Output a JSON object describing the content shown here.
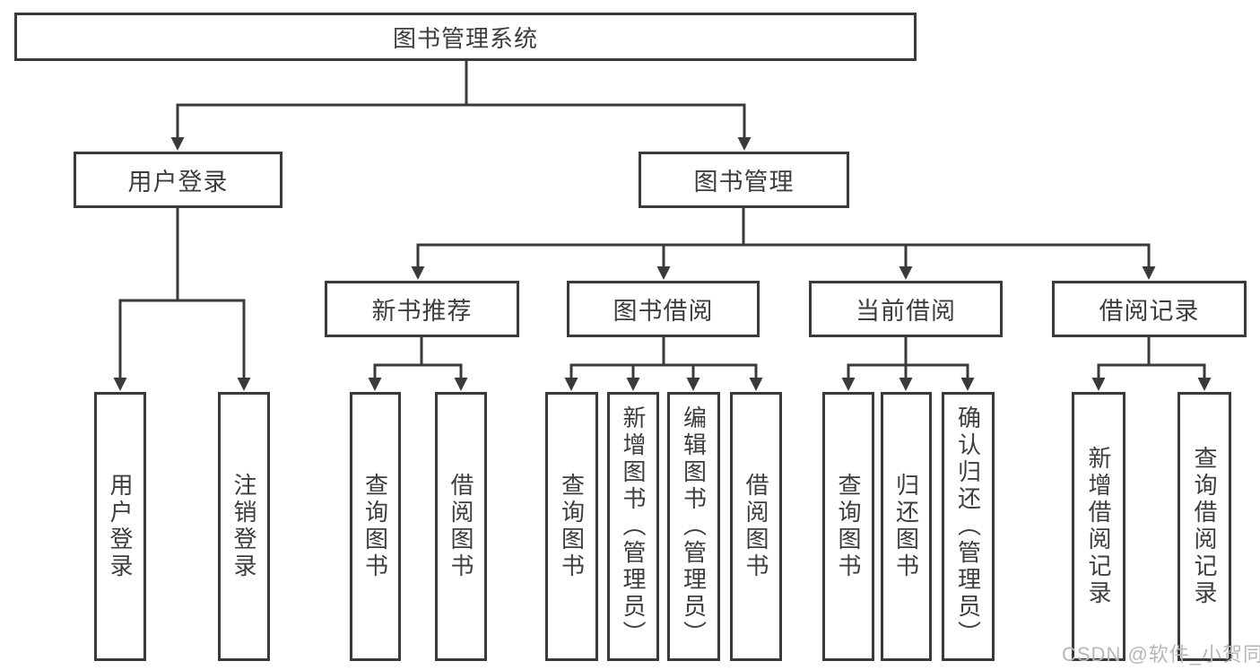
{
  "colors": {
    "line": "#3a3a3a",
    "border": "#3a3a3a",
    "text": "#3d3d3d",
    "watermark": "#b7b7bb",
    "background": "#ffffff"
  },
  "watermark": {
    "text": "CSDN @软件_小贺同学"
  },
  "tree": {
    "label": "图书管理系统",
    "children": [
      {
        "label": "用户登录",
        "children": [
          {
            "label": "用户登录"
          },
          {
            "label": "注销登录"
          }
        ]
      },
      {
        "label": "图书管理",
        "children": [
          {
            "label": "新书推荐",
            "children": [
              {
                "label": "查询图书"
              },
              {
                "label": "借阅图书"
              }
            ]
          },
          {
            "label": "图书借阅",
            "children": [
              {
                "label": "查询图书"
              },
              {
                "label": "新增图书（管理员）"
              },
              {
                "label": "编辑图书（管理员）"
              },
              {
                "label": "借阅图书"
              }
            ]
          },
          {
            "label": "当前借阅",
            "children": [
              {
                "label": "查询图书"
              },
              {
                "label": "归还图书"
              },
              {
                "label": "确认归还（管理员）"
              }
            ]
          },
          {
            "label": "借阅记录",
            "children": [
              {
                "label": "新增借阅记录"
              },
              {
                "label": "查询借阅记录"
              }
            ]
          }
        ]
      }
    ]
  }
}
